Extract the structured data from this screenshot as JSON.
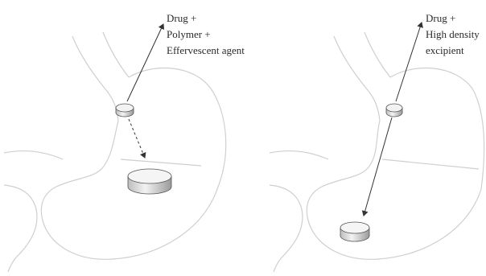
{
  "diagram": {
    "left_panel": {
      "label_lines": [
        "Drug +",
        "Polymer +",
        "Effervescent agent"
      ]
    },
    "right_panel": {
      "label_lines": [
        "Drug +",
        "High density",
        "excipient"
      ]
    },
    "colors": {
      "stomach_outline": "#cfcfcf",
      "arrow": "#333333",
      "tablet_face": "#f2f2f2",
      "tablet_edge": "#555555"
    }
  }
}
